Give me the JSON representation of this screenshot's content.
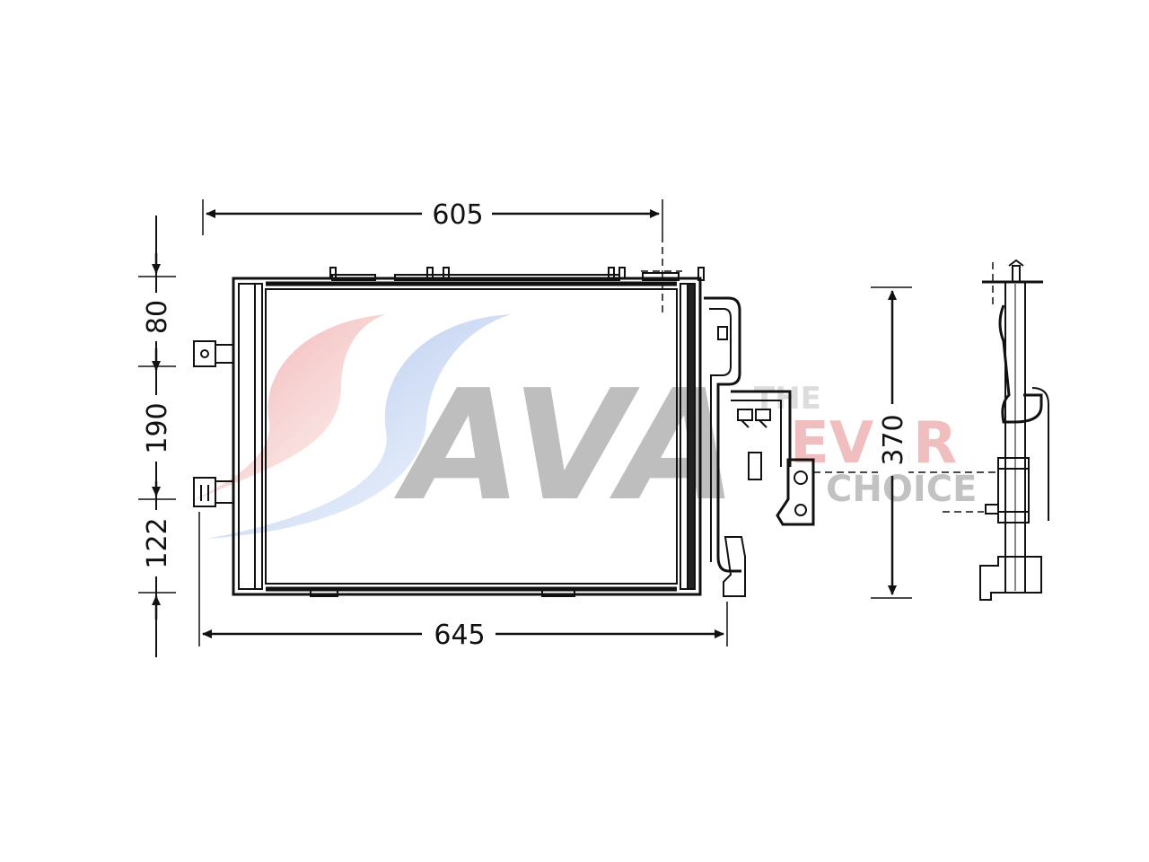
{
  "dimensions": {
    "top_width": "605",
    "bottom_width": "645",
    "height": "370",
    "left_segment_top": "80",
    "left_segment_middle": "190",
    "left_segment_bottom": "122"
  },
  "watermark": {
    "brand": "AVA",
    "tagline_small": "THE",
    "tagline_mid": "EVER",
    "tagline_bottom": "CHOICE"
  },
  "colors": {
    "line": "#111111",
    "swoosh_red": "#e05a5a",
    "swoosh_blue": "#5a7fd8",
    "watermark_gray": "#8a8a8a"
  }
}
